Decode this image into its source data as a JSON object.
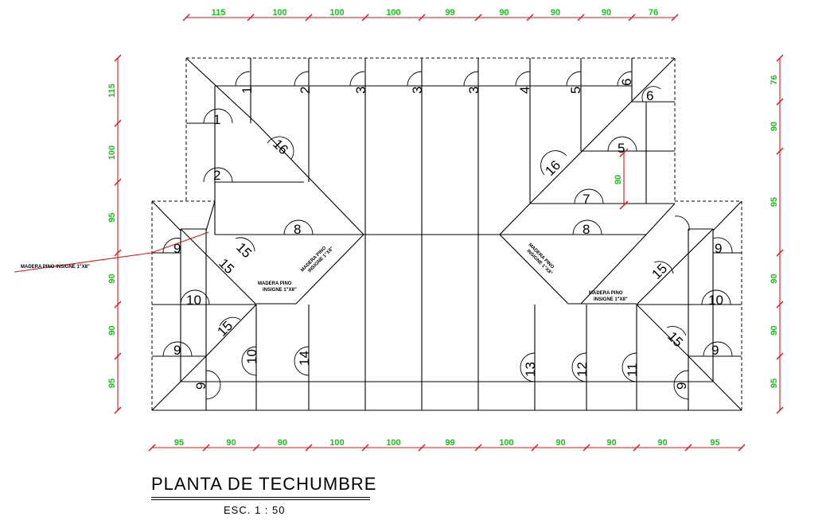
{
  "title": "PLANTA DE TECHUMBRE",
  "scale": "ESC. 1 : 50",
  "dimensions": {
    "top": [
      "115",
      "100",
      "100",
      "100",
      "99",
      "90",
      "90",
      "90",
      "76"
    ],
    "bottom": [
      "95",
      "90",
      "90",
      "100",
      "100",
      "99",
      "100",
      "90",
      "90",
      "90",
      "95"
    ],
    "left": [
      "115",
      "100",
      "95",
      "90",
      "90",
      "95"
    ],
    "right": [
      "76",
      "90",
      "95",
      "90",
      "90",
      "95"
    ],
    "inner": "90"
  },
  "notes": {
    "callout": "MADERA PINO INSIGNE 1\"X8\"",
    "tag_line1": "MADERA PINO",
    "tag_line2": "INSIGNE 1\"X8\""
  },
  "piece_labels": [
    "1",
    "1",
    "2",
    "2",
    "3",
    "3",
    "3",
    "4",
    "5",
    "5",
    "6",
    "6",
    "7",
    "8",
    "8",
    "9",
    "9",
    "9",
    "9",
    "9",
    "9",
    "10",
    "10",
    "10",
    "11",
    "12",
    "13",
    "14",
    "15",
    "15",
    "15",
    "15",
    "15",
    "16",
    "16"
  ]
}
